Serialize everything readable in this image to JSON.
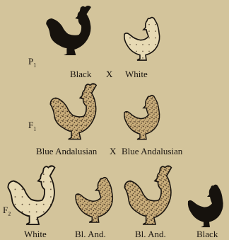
{
  "colors": {
    "background": "#d3c49b",
    "black_bird": "#16120d",
    "white_bird": "#e7dab4",
    "blue_bird": "#c9ad7a",
    "speckle": "#3a2a1a"
  },
  "generations": {
    "p1": {
      "letter": "P",
      "sub": "1"
    },
    "f1": {
      "letter": "F",
      "sub": "1"
    },
    "f2": {
      "letter": "F",
      "sub": "2"
    }
  },
  "labels": {
    "p1_left": "Black",
    "p1_cross": "X",
    "p1_right": "White",
    "f1_left": "Blue Andalusian",
    "f1_cross": "X",
    "f1_right": "Blue Andalusian",
    "f2_1": "White",
    "f2_2": "Bl. And.",
    "f2_3": "Bl. And.",
    "f2_4": "Black"
  }
}
